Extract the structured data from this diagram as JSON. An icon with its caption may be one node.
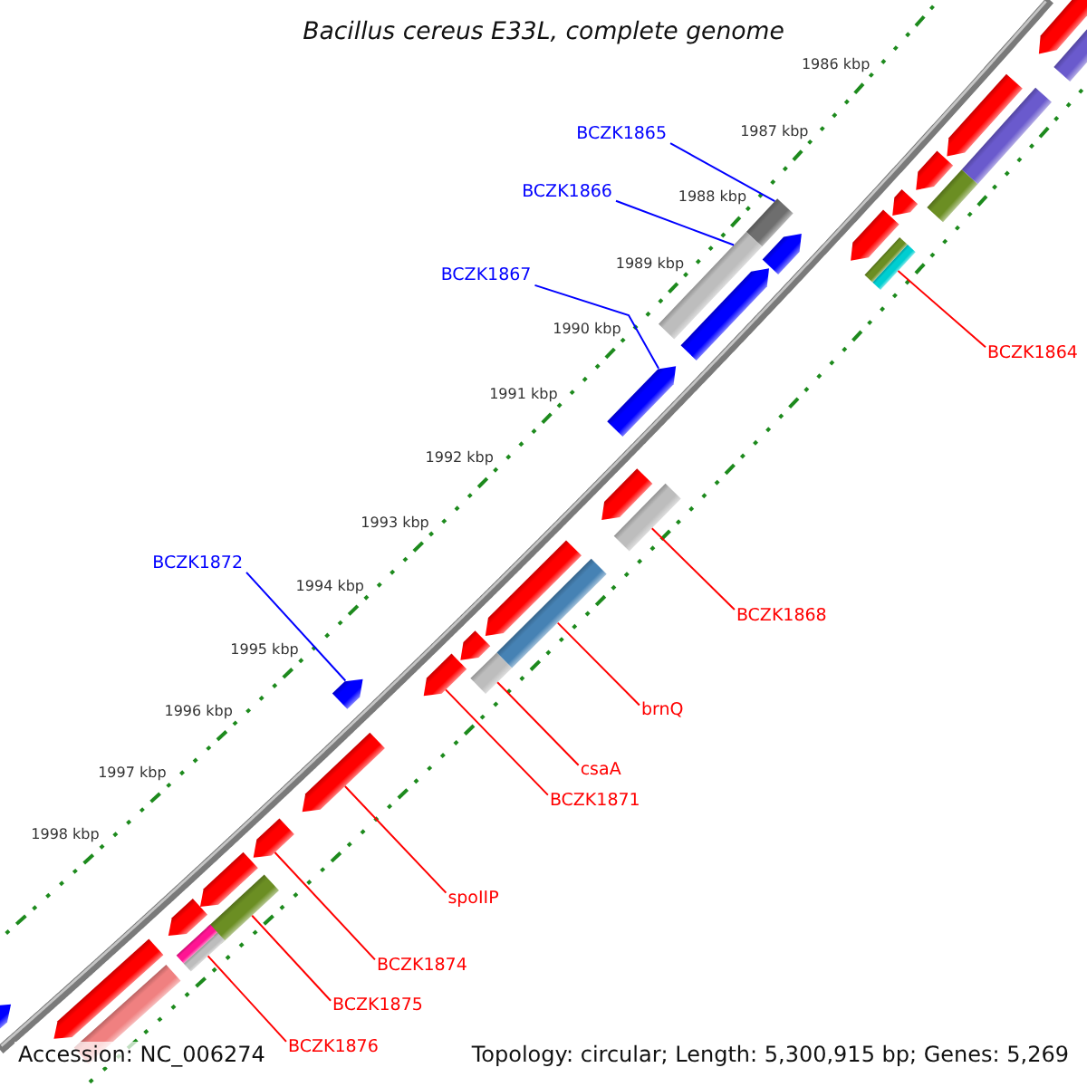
{
  "diagram": {
    "title": "Bacillus cereus E33L, complete genome",
    "nodes": [
      {
        "text": [
          "BCZK1865"
        ]
      },
      {
        "text": [
          "BCZK1866"
        ]
      },
      {
        "text": [
          "BCZK1867"
        ]
      },
      {
        "text": [
          "BCZK1864"
        ]
      },
      {
        "text": [
          "BCZK1872"
        ]
      },
      {
        "text": [
          "BCZK1868"
        ]
      },
      {
        "text": [
          "brnQ"
        ]
      },
      {
        "text": [
          "csaA"
        ]
      },
      {
        "text": [
          "BCZK1871"
        ]
      },
      {
        "text": [
          "spoIIP"
        ]
      },
      {
        "text": [
          "BCZK1874"
        ]
      },
      {
        "text": [
          "BCZK1875"
        ]
      },
      {
        "text": [
          "BCZK1876"
        ]
      },
      {
        "text": [],
        "shape": "arrow"
      },
      {
        "text": [],
        "shape": "arrow"
      },
      {
        "text": [],
        "shape": "arrow"
      },
      {
        "text": [],
        "shape": "arrow"
      },
      {
        "text": [],
        "shape": "arrow"
      },
      {
        "text": [],
        "shape": "arrow"
      },
      {
        "text": [],
        "shape": "arrow"
      },
      {
        "text": [],
        "shape": "arrow"
      },
      {
        "text": [],
        "shape": "arrow"
      },
      {
        "text": [],
        "shape": "arrow"
      },
      {
        "text": [],
        "shape": "arrow"
      },
      {
        "text": [],
        "shape": "arrow"
      },
      {
        "text": [],
        "shape": "arrow"
      },
      {
        "text": [],
        "shape": "arrow"
      },
      {
        "text": [],
        "shape": "arrow"
      },
      {
        "text": [],
        "shape": "arrow"
      },
      {
        "text": [],
        "shape": "arrow"
      },
      {
        "text": [],
        "shape": "arrow"
      },
      {
        "text": [],
        "shape": "arrow"
      }
    ],
    "edges": [
      {
        "from": 0,
        "to": 17,
        "arrow": "none",
        "color": "#0000ff"
      },
      {
        "from": 1,
        "to": 19,
        "arrow": "none",
        "color": "#0000ff"
      },
      {
        "from": 2,
        "to": 20,
        "arrow": "none",
        "color": "#0000ff"
      },
      {
        "from": 3,
        "to": 18,
        "arrow": "none"
      },
      {
        "from": 4,
        "to": 25,
        "arrow": "none",
        "color": "#0000ff"
      },
      {
        "from": 5,
        "to": 21,
        "arrow": "none"
      },
      {
        "from": 6,
        "to": 22,
        "arrow": "none"
      },
      {
        "from": 7,
        "to": 23,
        "arrow": "none"
      },
      {
        "from": 8,
        "to": 24,
        "arrow": "none"
      },
      {
        "from": 9,
        "to": 26,
        "arrow": "none"
      },
      {
        "from": 10,
        "to": 27,
        "arrow": "none"
      },
      {
        "from": 11,
        "to": 28,
        "arrow": "none"
      },
      {
        "from": 12,
        "to": 29,
        "arrow": "none"
      }
    ],
    "labels": [
      "1986 kbp",
      "1987 kbp",
      "1988 kbp",
      "1989 kbp",
      "1990 kbp",
      "1991 kbp",
      "1992 kbp",
      "1993 kbp",
      "1994 kbp",
      "1995 kbp",
      "1996 kbp",
      "1997 kbp",
      "1998 kbp",
      "Accession: NC_006274",
      "Topology: circular; Length: 5,300,915 bp; Genes: 5,269"
    ]
  }
}
